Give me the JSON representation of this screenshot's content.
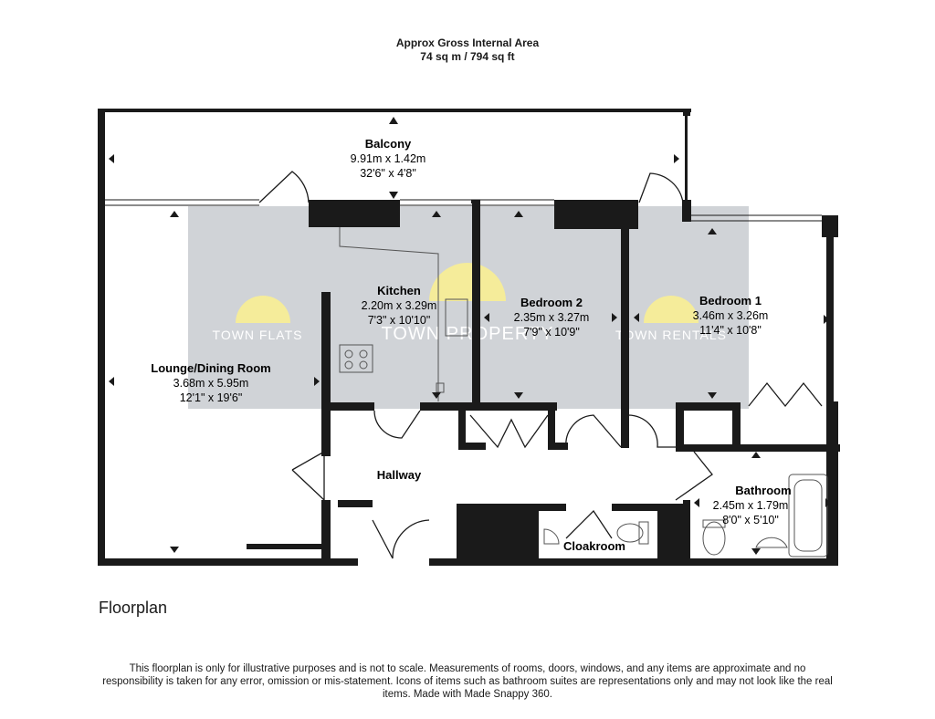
{
  "header": {
    "title": "Approx Gross Internal Area",
    "area": "74 sq m / 794 sq ft"
  },
  "watermarks": [
    "TOWN FLATS",
    "TOWN PROPERTY",
    "TOWN RENTALS"
  ],
  "rooms": {
    "balcony": {
      "name": "Balcony",
      "metric": "9.91m x 1.42m",
      "imperial": "32'6\" x 4'8\""
    },
    "kitchen": {
      "name": "Kitchen",
      "metric": "2.20m x 3.29m",
      "imperial": "7'3\" x 10'10\""
    },
    "bedroom2": {
      "name": "Bedroom 2",
      "metric": "2.35m x 3.27m",
      "imperial": "7'9\" x 10'9\""
    },
    "bedroom1": {
      "name": "Bedroom 1",
      "metric": "3.46m x 3.26m",
      "imperial": "11'4\" x 10'8\""
    },
    "lounge": {
      "name": "Lounge/Dining Room",
      "metric": "3.68m x 5.95m",
      "imperial": "12'1\" x 19'6\""
    },
    "hallway": {
      "name": "Hallway"
    },
    "bathroom": {
      "name": "Bathroom",
      "metric": "2.45m x 1.79m",
      "imperial": "8'0\" x 5'10\""
    },
    "cloakroom": {
      "name": "Cloakroom"
    }
  },
  "plan_label": "Floorplan",
  "disclaimer": "This floorplan is only for illustrative purposes and is not to scale. Measurements of rooms, doors, windows, and any items are approximate and no responsibility is taken for any error, omission or mis-statement. Icons of items such as bathroom suites are representations only and may not look like the real items. Made with Made Snappy 360.",
  "colors": {
    "wall": "#1a1a1a",
    "watermark_band": "#c8cbd0",
    "logo": "#f5ec9a",
    "background": "#ffffff"
  }
}
